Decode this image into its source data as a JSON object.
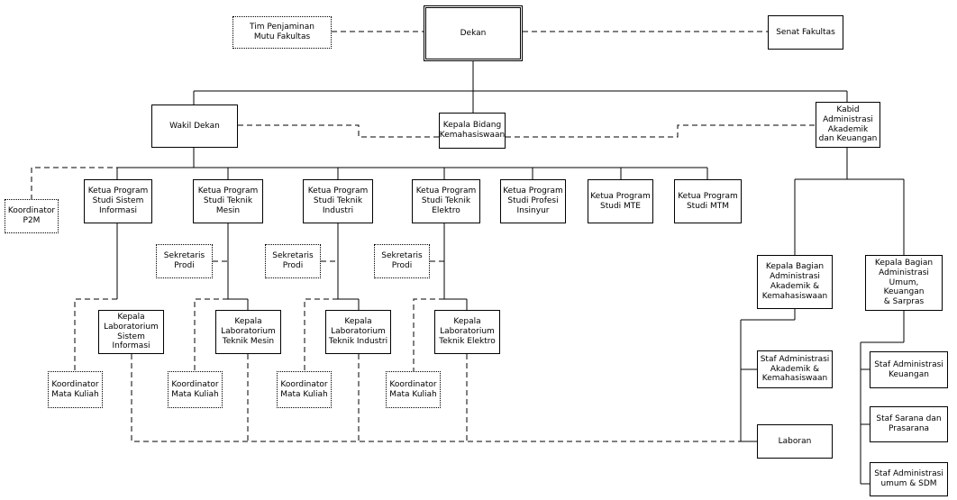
{
  "org": {
    "dekan": "Dekan",
    "tim_penjaminan": "Tim Penjaminan\nMutu Fakultas",
    "senat": "Senat Fakultas",
    "wakil_dekan": "Wakil Dekan",
    "kepala_bidang": "Kepala Bidang\nKemahasiswaan",
    "kabid": "Kabid\nAdministrasi\nAkademik\ndan Keuangan",
    "koordinator_p2m": "Koordinator\nP2M",
    "prodi": [
      "Ketua Program\nStudi Sistem\nInformasi",
      "Ketua Program\nStudi Teknik\nMesin",
      "Ketua Program\nStudi Teknik\nIndustri",
      "Ketua Program\nStudi Teknik\nElektro",
      "Ketua Program\nStudi Profesi\nInsinyur",
      "Ketua Program\nStudi MTE",
      "Ketua Program\nStudi MTM"
    ],
    "sekretaris": [
      "Sekretaris\nProdi",
      "Sekretaris\nProdi",
      "Sekretaris\nProdi"
    ],
    "lab": [
      "Kepala\nLaboratorium\nSistem\nInformasi",
      "Kepala\nLaboratorium\nTeknik Mesin",
      "Kepala\nLaboratorium\nTeknik Industri",
      "Kepala\nLaboratorium\nTeknik Elektro"
    ],
    "koordinator_mk": [
      "Koordinator\nMata Kuliah",
      "Koordinator\nMata Kuliah",
      "Koordinator\nMata Kuliah",
      "Koordinator\nMata Kuliah"
    ],
    "kabag_akademik": "Kepala Bagian\nAdministrasi\nAkademik &\nKemahasiswaan",
    "kabag_umum": "Kepala Bagian\nAdministrasi\nUmum, Keuangan\n& Sarpras",
    "staf_akademik": "Staf  Administrasi\nAkademik &\nKemahasiswaan",
    "laboran": "Laboran",
    "staf_keuangan": "Staf Administrasi\nKeuangan",
    "staf_sarana": "Staf Sarana dan\nPrasarana",
    "staf_sdm": "Staf Administrasi\numum & SDM"
  }
}
